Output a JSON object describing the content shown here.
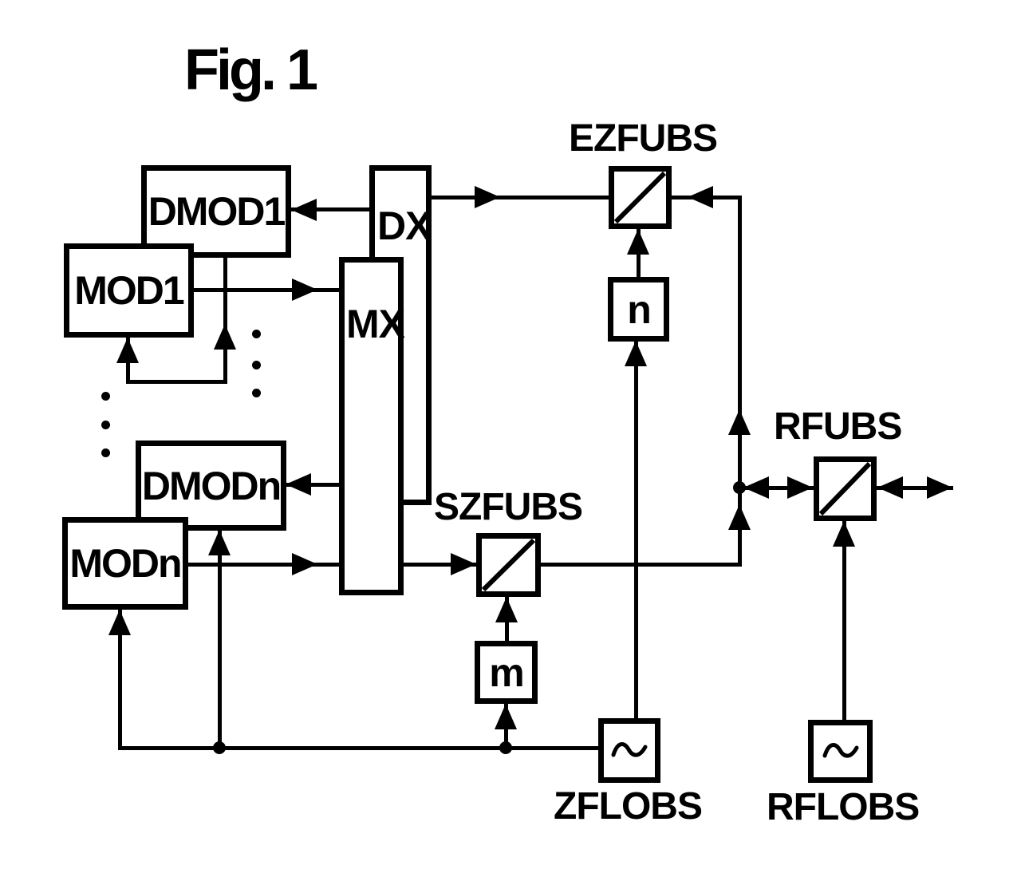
{
  "figure_title": "Fig. 1",
  "blocks": {
    "dmod1": "DMOD1",
    "mod1": "MOD1",
    "dx": "DX",
    "mx": "MX",
    "dmodn": "DMODn",
    "modn": "MODn",
    "divider_n": "n",
    "divider_m": "m"
  },
  "labels": {
    "ezfubs": "EZFUBS",
    "szfubs": "SZFUBS",
    "rfubs": "RFUBS",
    "zflobs": "ZFLOBS",
    "rflobs": "RFLOBS"
  },
  "icons": {
    "oscillator": "sine-wave",
    "filter": "diagonal-slash",
    "repetition": "vertical-ellipsis"
  },
  "colors": {
    "ink": "#000000",
    "paper": "#ffffff"
  },
  "connections": [
    {
      "from": "DX",
      "to": "DMOD1",
      "type": "arrow"
    },
    {
      "from": "MOD1",
      "to": "MX",
      "type": "arrow"
    },
    {
      "from": "MX",
      "to": "DMODn",
      "type": "arrow"
    },
    {
      "from": "MODn",
      "to": "MX",
      "type": "arrow"
    },
    {
      "from": "DX",
      "to": "EZFUBS",
      "type": "arrow"
    },
    {
      "from": "feedback-junction",
      "to": "EZFUBS",
      "type": "arrow"
    },
    {
      "from": "n",
      "to": "EZFUBS",
      "type": "arrow"
    },
    {
      "from": "ZFLOBS",
      "to": "n",
      "type": "arrow"
    },
    {
      "from": "MX",
      "to": "SZFUBS",
      "type": "arrow"
    },
    {
      "from": "m",
      "to": "SZFUBS",
      "type": "arrow"
    },
    {
      "from": "SZFUBS",
      "to": "feedback-junction",
      "type": "arrow"
    },
    {
      "from": "feedback-junction",
      "to": "RFUBS",
      "type": "bidirectional"
    },
    {
      "from": "RFUBS",
      "to": "external",
      "type": "bidirectional"
    },
    {
      "from": "RFLOBS",
      "to": "RFUBS",
      "type": "arrow"
    },
    {
      "from": "ZFLOBS",
      "to": "MODn",
      "type": "arrow"
    },
    {
      "from": "ZFLOBS",
      "to": "DMODn",
      "type": "arrow"
    },
    {
      "from": "ZFLOBS",
      "to": "m",
      "type": "arrow"
    },
    {
      "from": "LO-branch",
      "to": "MOD1",
      "type": "arrow"
    },
    {
      "from": "LO-branch",
      "to": "DMOD1",
      "type": "arrow"
    }
  ]
}
